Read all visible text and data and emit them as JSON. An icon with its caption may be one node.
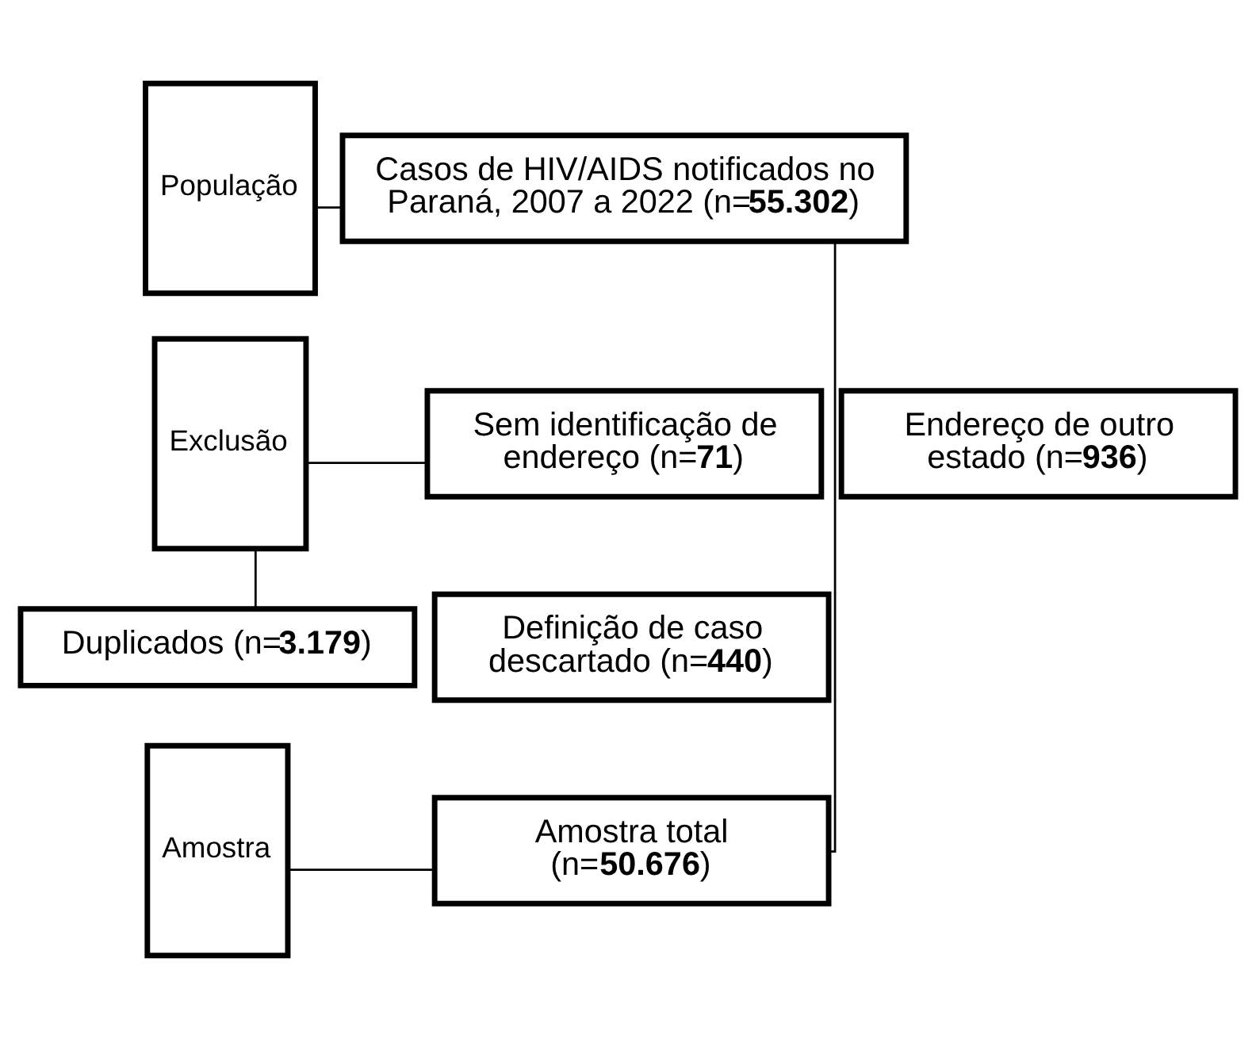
{
  "diagram": {
    "nodes": [
      {
        "text": [
          "População"
        ]
      },
      {
        "text": [
          "Casos de HIV/AIDS notificados no Paraná, 2007 a 2022 (n=**55.302**)"
        ]
      },
      {
        "text": [
          "Exclusão"
        ]
      },
      {
        "text": [
          "Sem identificação de endereço (n=**71**)"
        ]
      },
      {
        "text": [
          "Endereço de outro estado (n=**936**)"
        ]
      },
      {
        "text": [
          "Duplicados (n=**3.179**)"
        ]
      },
      {
        "text": [
          "Definição de caso descartado (n=**440**)"
        ]
      },
      {
        "text": [
          "Amostra"
        ]
      },
      {
        "text": [
          "Amostra total (n=**50.676**)"
        ]
      }
    ],
    "edges": [
      {
        "from": 0,
        "to": 1,
        "arrow": "none"
      },
      {
        "from": 1,
        "to": 8,
        "arrow": "none"
      },
      {
        "from": 2,
        "to": 3,
        "arrow": "none"
      },
      {
        "from": 2,
        "to": 5,
        "arrow": "none"
      },
      {
        "from": 7,
        "to": 8,
        "arrow": "none"
      }
    ]
  }
}
